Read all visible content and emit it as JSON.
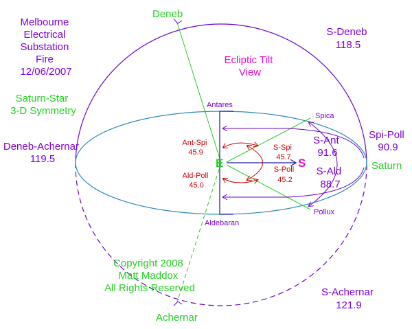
{
  "title": {
    "lines": [
      "Melbourne",
      "Electrical",
      "Substation",
      "Fire",
      "12/06/2007"
    ]
  },
  "subtitle": {
    "lines": [
      "Saturn-Star",
      "3-D Symmetry"
    ]
  },
  "view_label": {
    "lines": [
      "Ecliptic Tilt",
      "View"
    ]
  },
  "copyright": {
    "lines": [
      "Copyright 2008",
      "Matt Maddox",
      "All Rights Reserved"
    ]
  },
  "stars": {
    "deneb": "Deneb",
    "achernar": "Achernar",
    "antares": "Antares",
    "aldebaran": "Aldebaran",
    "spica": "Spica",
    "pollux": "Pollux",
    "saturn": "Saturn"
  },
  "markers": {
    "earth": "E",
    "saturn": "S"
  },
  "saturn_angles": [
    {
      "label": "S-Deneb",
      "value": "118.5"
    },
    {
      "label": "Deneb-Achernar",
      "value": "119.5"
    },
    {
      "label": "Spi-Poll",
      "value": "90.9"
    },
    {
      "label": "S-Ant",
      "value": "91.6"
    },
    {
      "label": "S-Ald",
      "value": "88.7"
    },
    {
      "label": "S-Achernar",
      "value": "121.9"
    }
  ],
  "earth_angles": [
    {
      "label": "Ant-Spi",
      "value": "45.9"
    },
    {
      "label": "Ald-Poll",
      "value": "45.0"
    },
    {
      "label": "S-Spi",
      "value": "45.7"
    },
    {
      "label": "S-Poll",
      "value": "45.2"
    }
  ],
  "colors": {
    "sphere": "#6a00c8",
    "ecliptic": "#2a8ab8",
    "star_lines": "#22cc22",
    "purple_text": "#7a00d6",
    "green_text": "#22d022",
    "magenta_text": "#e010c8",
    "red_text": "#d00000",
    "axis_line": "#1a1aa8"
  }
}
